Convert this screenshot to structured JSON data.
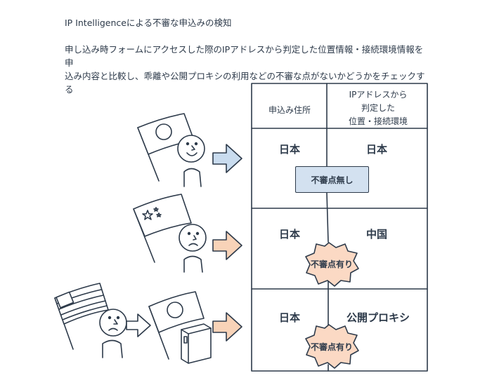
{
  "title": "IP Intelligenceによる不審な申込みの検知",
  "description": [
    "申し込み時フォームにアクセスした際のIPアドレスから判定した位置情報・接続環境情報を申",
    "込み内容と比較し、乖離や公開プロキシの利用などの不審な点がないかどうかをチェックする"
  ],
  "table": {
    "header_left": "申込み住所",
    "header_right": [
      "IPアドレスから",
      "判定した",
      "位置・接続環境"
    ],
    "rows": [
      {
        "address": "日本",
        "ip_location": "日本",
        "result": "不審点無し"
      },
      {
        "address": "日本",
        "ip_location": "中国",
        "result": "不審点有り"
      },
      {
        "address": "日本",
        "ip_location": "公開プロキシ",
        "result": "不審点有り"
      }
    ]
  },
  "colors": {
    "ink": "#2d3a4a",
    "ok_fill": "#d3e1f0",
    "ng_fill": "#fbd9c4",
    "arrow_blue": "#c9dcef",
    "arrow_orange": "#f8d3b8"
  }
}
